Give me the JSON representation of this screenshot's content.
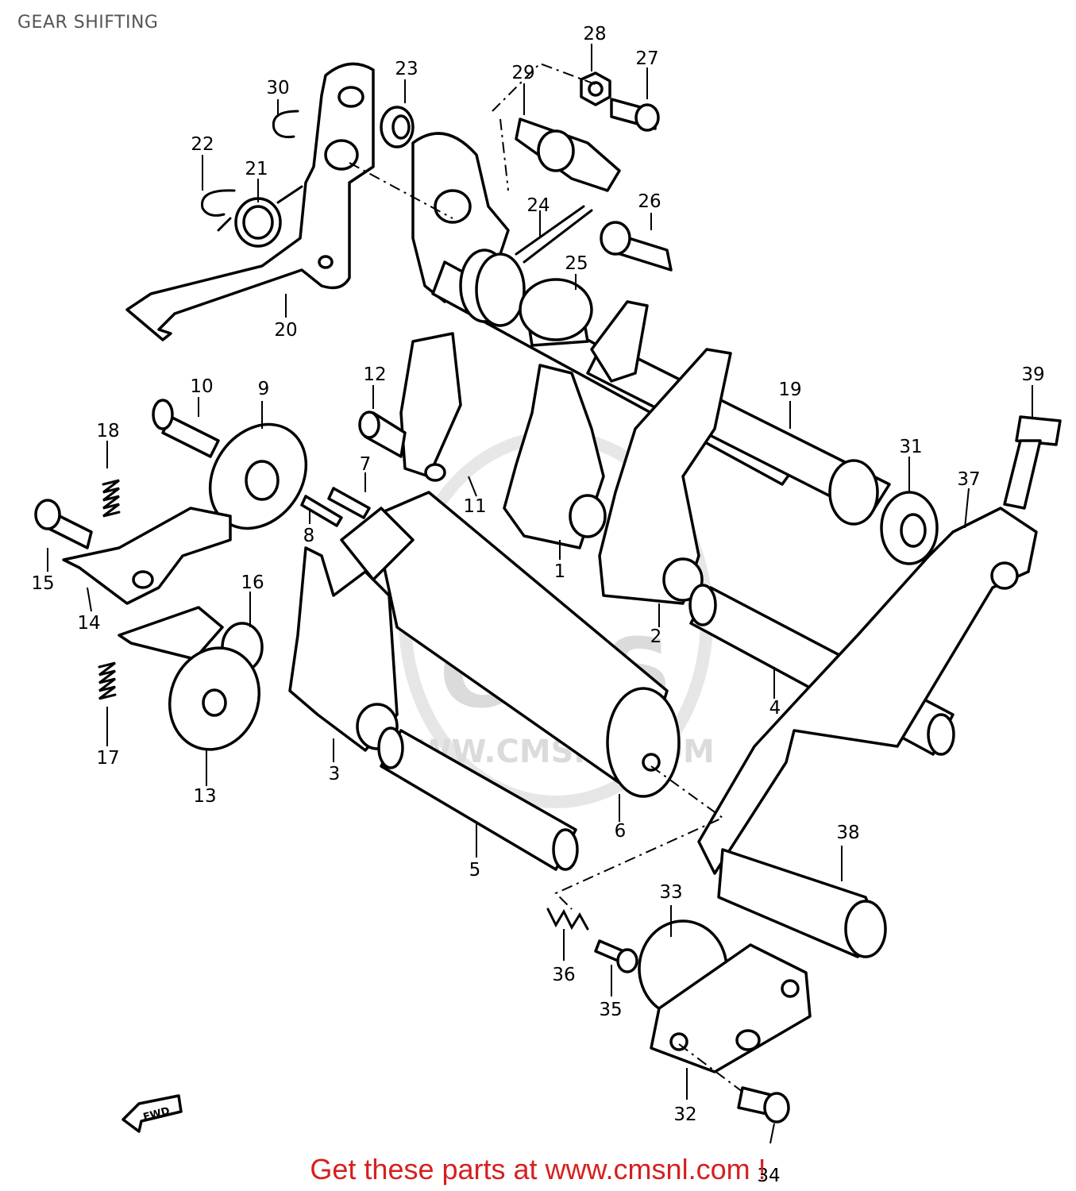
{
  "title": "GEAR SHIFTING",
  "watermark": {
    "logo_text": "CMS",
    "url_text": "WWW.CMSNL.COM"
  },
  "footer": {
    "text": "Get these parts at www.cmsnl.com !",
    "color": "#d61f1f"
  },
  "fwd_label": "FWD",
  "callouts": [
    "1",
    "2",
    "3",
    "4",
    "5",
    "6",
    "7",
    "8",
    "9",
    "10",
    "11",
    "12",
    "13",
    "14",
    "15",
    "16",
    "17",
    "18",
    "19",
    "20",
    "21",
    "22",
    "23",
    "24",
    "25",
    "26",
    "27",
    "28",
    "29",
    "30",
    "31",
    "32",
    "33",
    "34",
    "35",
    "36",
    "37",
    "38",
    "39"
  ]
}
